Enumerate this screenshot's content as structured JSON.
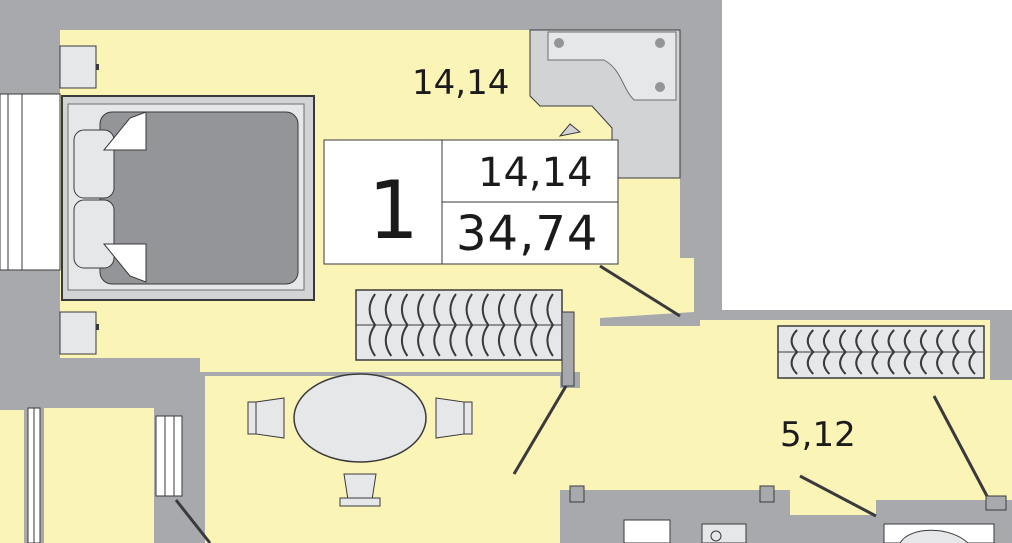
{
  "colors": {
    "floor": "#fbf4b7",
    "wall": "#a7a9ac",
    "furniture_fill": "#e6e7e8",
    "furniture_dark": "#939598",
    "line": "#3a3a3c",
    "white": "#ffffff"
  },
  "rooms": {
    "bedroom_area": "14,14",
    "hall_area": "5,12"
  },
  "info_box": {
    "rooms_count": "1",
    "living_area": "14,14",
    "total_area": "34,74"
  },
  "icons": [
    "bed-icon",
    "dining-table-icon",
    "chair-icon",
    "wardrobe-icon",
    "kitchen-counter-icon",
    "radiator-icon",
    "door-swing-icon",
    "toilet-icon"
  ]
}
